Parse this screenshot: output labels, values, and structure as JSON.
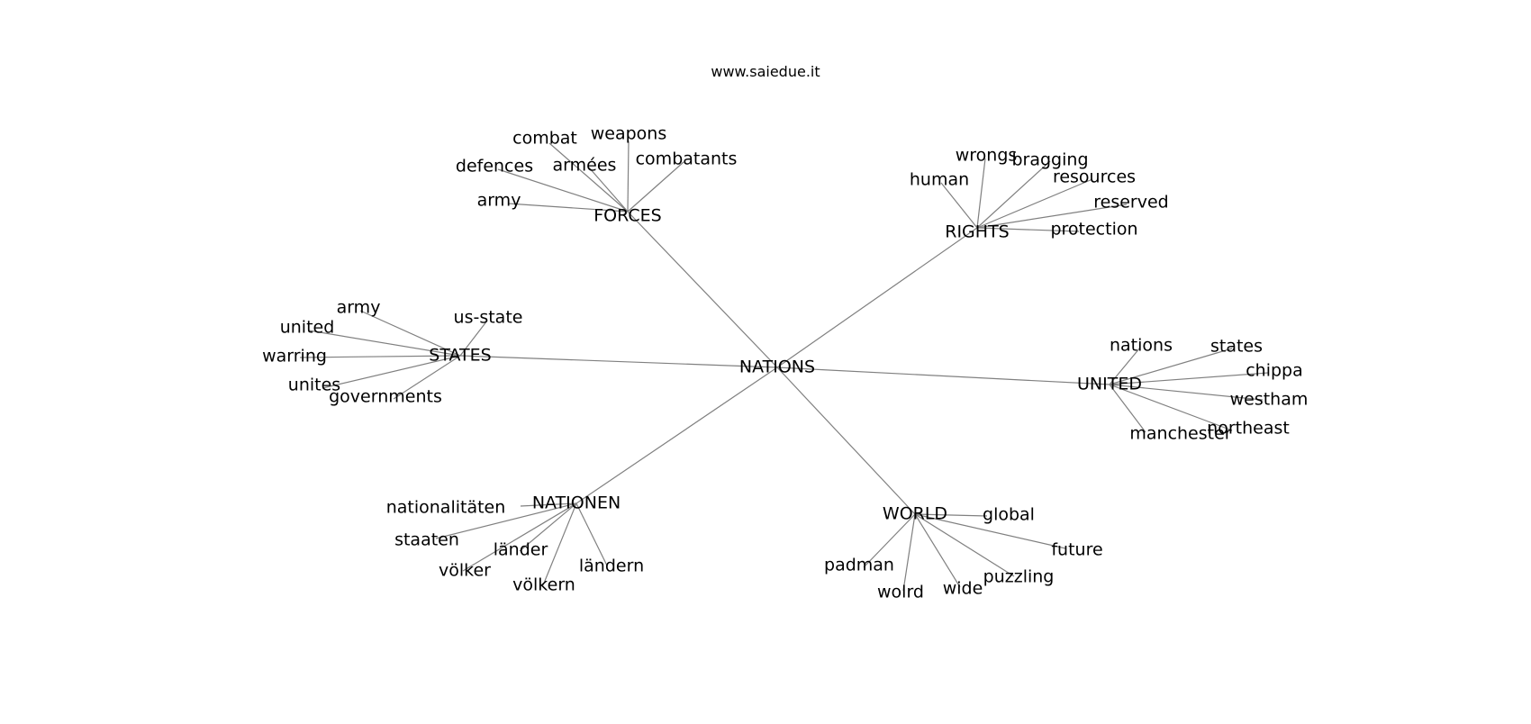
{
  "watermark": "www.saiedue.it",
  "graph": {
    "center": "NATIONS",
    "clusters": [
      {
        "label": "FORCES",
        "words": [
          "combat",
          "weapons",
          "defences",
          "armées",
          "combatants",
          "army"
        ]
      },
      {
        "label": "RIGHTS",
        "words": [
          "wrongs",
          "bragging",
          "human",
          "resources",
          "reserved",
          "protection"
        ]
      },
      {
        "label": "STATES",
        "words": [
          "army",
          "us-state",
          "united",
          "warring",
          "unites",
          "governments"
        ]
      },
      {
        "label": "UNITED",
        "words": [
          "nations",
          "states",
          "chippa",
          "westham",
          "northeast",
          "manchester"
        ]
      },
      {
        "label": "NATIONEN",
        "words": [
          "nationalitäten",
          "staaten",
          "länder",
          "völker",
          "völkern",
          "ländern"
        ]
      },
      {
        "label": "WORLD",
        "words": [
          "global",
          "future",
          "padman",
          "puzzling",
          "wolrd",
          "wide"
        ]
      }
    ]
  }
}
